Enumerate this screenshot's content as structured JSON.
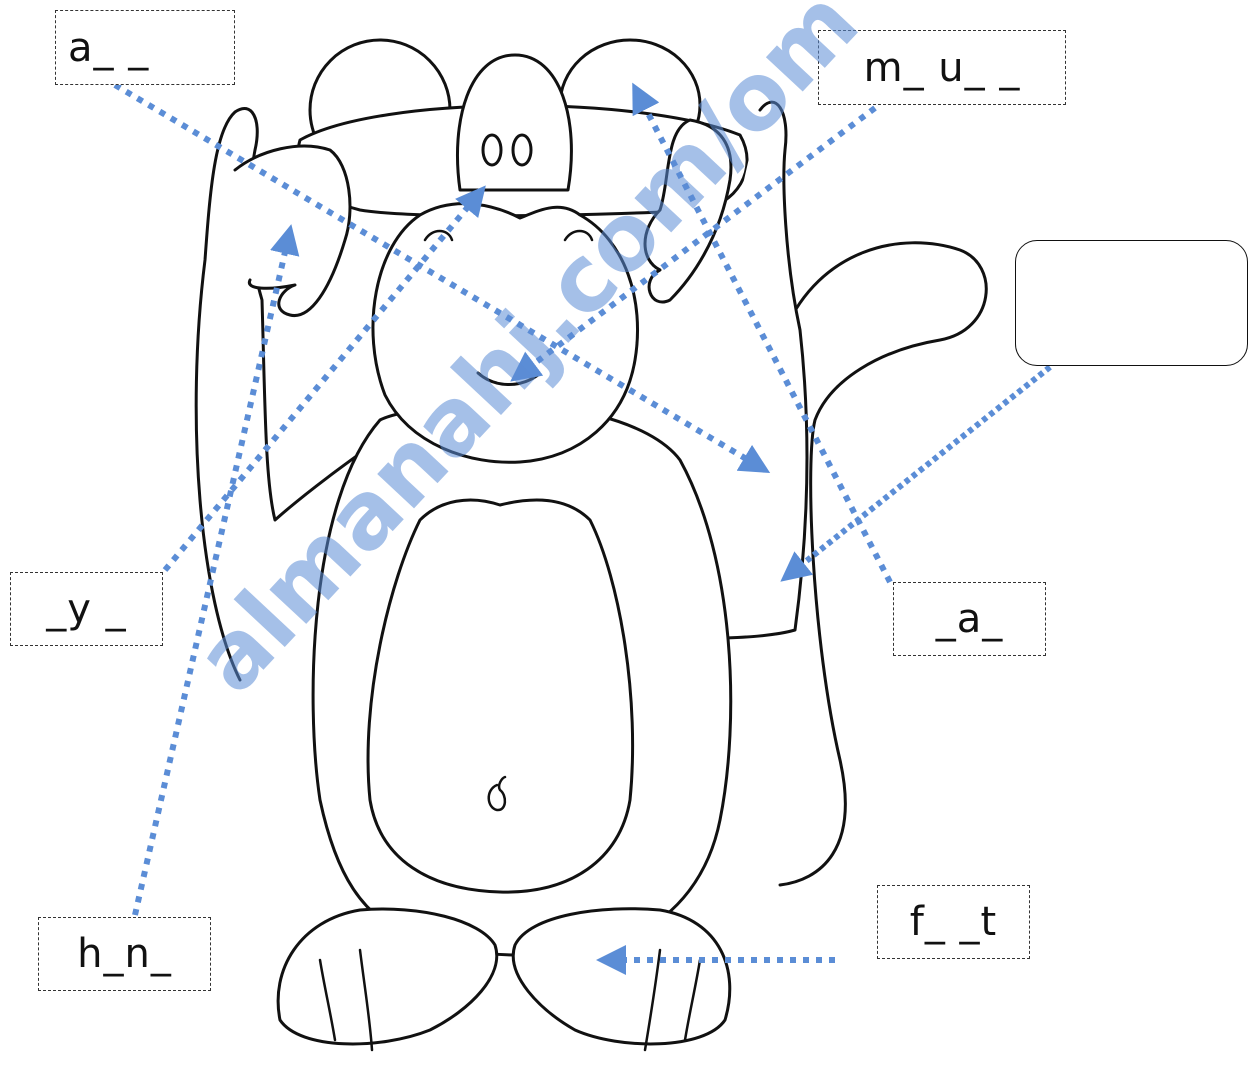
{
  "labels": {
    "arm": "a_ _",
    "mouth": "m_ u_ _",
    "eye": "_y _",
    "head": "_a_",
    "hand": "h_n_",
    "feet": "f_ _t"
  },
  "watermark": "almanahj.com/om",
  "colors": {
    "arrow": "#5b8dd6",
    "outline": "#111111"
  }
}
